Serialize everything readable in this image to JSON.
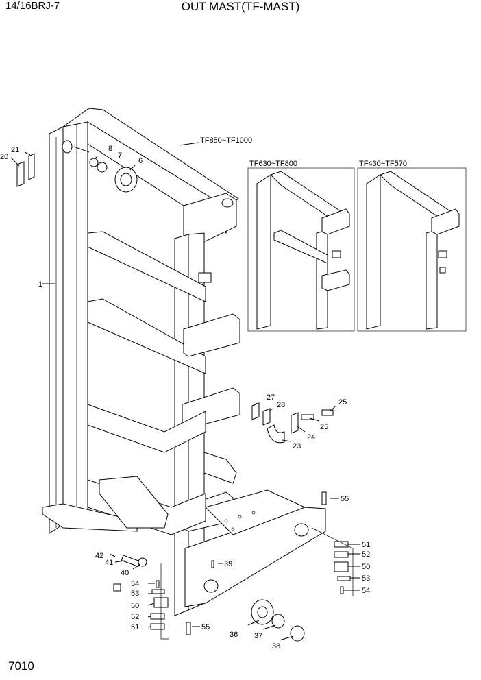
{
  "header": {
    "model": "14/16BRJ-7",
    "title": "OUT MAST(TF-MAST)"
  },
  "footer": {
    "page_number": "7010"
  },
  "variants": {
    "main": "TF850~TF1000",
    "inset_a": "TF630~TF800",
    "inset_b": "TF430~TF570"
  },
  "callouts": {
    "c1": "1",
    "c6": "6",
    "c7": "7",
    "c8": "8",
    "c20": "20",
    "c21": "21",
    "c23": "23",
    "c24": "24",
    "c25a": "25",
    "c25b": "25",
    "c27": "27",
    "c28": "28",
    "c36": "36",
    "c37": "37",
    "c38": "38",
    "c39": "39",
    "c40": "40",
    "c41": "41",
    "c42": "42",
    "c50a": "50",
    "c50b": "50",
    "c51a": "51",
    "c51b": "51",
    "c52a": "52",
    "c52b": "52",
    "c53a": "53",
    "c53b": "53",
    "c54a": "54",
    "c54b": "54",
    "c55a": "55",
    "c55b": "55"
  }
}
